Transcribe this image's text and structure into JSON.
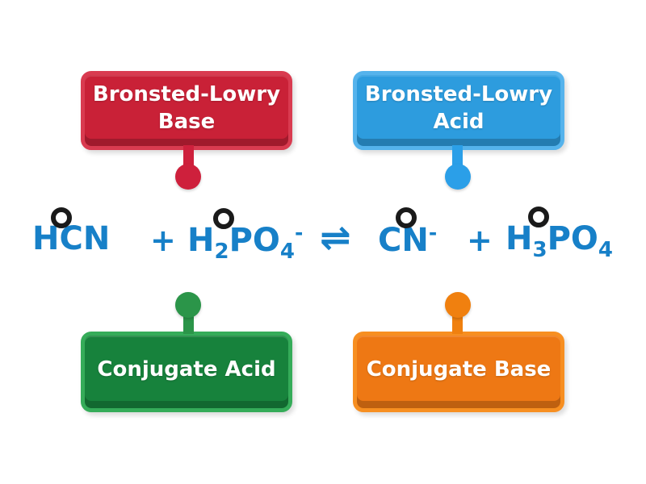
{
  "stage": {
    "background": "#ffffff"
  },
  "labels": {
    "bronsted_base": {
      "lines": [
        "Bronsted-Lowry",
        "Base"
      ],
      "body": "#C92137",
      "edge": "#D93B50",
      "pin": "#CE203C"
    },
    "bronsted_acid": {
      "lines": [
        "Bronsted-Lowry",
        "Acid"
      ],
      "body": "#2D9CDE",
      "edge": "#55B3EC",
      "pin": "#2B9FE8"
    },
    "conjugate_acid": {
      "lines": [
        "Conjugate Acid"
      ],
      "body": "#17823C",
      "edge": "#35AC59",
      "pin": "#2B9549"
    },
    "conjugate_base": {
      "lines": [
        "Conjugate Base"
      ],
      "body": "#EE7814",
      "edge": "#F78F21",
      "pin": "#F0800F"
    }
  },
  "equation": {
    "color": "#1780C8",
    "reactant1": "HCN",
    "plus1": "+",
    "reactant2": {
      "h": "H",
      "sub1": "2",
      "po": "PO",
      "sub2": "4",
      "charge": "-"
    },
    "arrow": "⇌",
    "product1": {
      "cn": "CN",
      "charge": "-"
    },
    "plus2": "+",
    "product2": {
      "h": "H",
      "sub1": "3",
      "po": "PO",
      "sub2": "4"
    }
  },
  "targets": {
    "ring_color": "#1a1a1a"
  }
}
